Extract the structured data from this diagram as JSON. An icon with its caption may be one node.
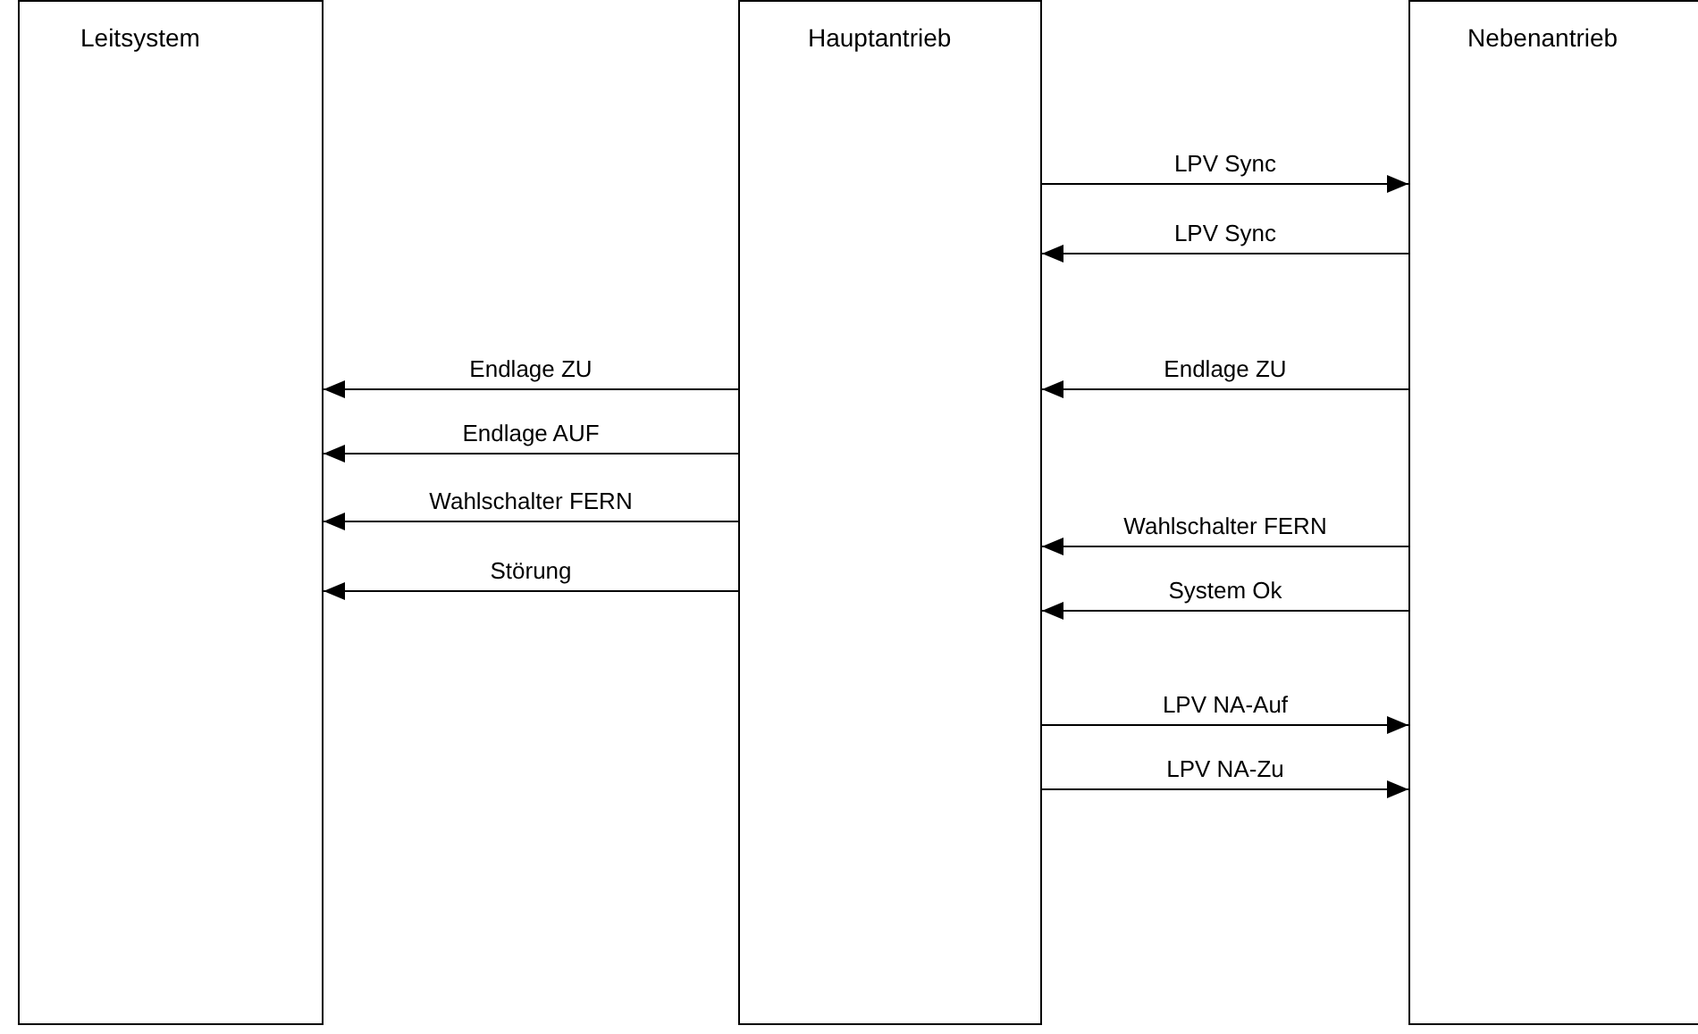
{
  "diagram": {
    "nodes": [
      {
        "text": [
          "Leitsystem"
        ]
      },
      {
        "text": [
          "Hauptantrieb"
        ]
      },
      {
        "text": [
          "Nebenantrieb"
        ]
      }
    ],
    "edges": [
      {
        "from": 1,
        "to": 2,
        "arrow": "to",
        "label": "LPV Sync"
      },
      {
        "from": 2,
        "to": 1,
        "arrow": "to",
        "label": "LPV Sync"
      },
      {
        "from": 1,
        "to": 0,
        "arrow": "to",
        "label": "Endlage ZU"
      },
      {
        "from": 2,
        "to": 1,
        "arrow": "to",
        "label": "Endlage ZU"
      },
      {
        "from": 1,
        "to": 0,
        "arrow": "to",
        "label": "Endlage AUF"
      },
      {
        "from": 1,
        "to": 0,
        "arrow": "to",
        "label": "Wahlschalter FERN"
      },
      {
        "from": 2,
        "to": 1,
        "arrow": "to",
        "label": "Wahlschalter FERN"
      },
      {
        "from": 1,
        "to": 0,
        "arrow": "to",
        "label": "Störung"
      },
      {
        "from": 2,
        "to": 1,
        "arrow": "to",
        "label": "System Ok"
      },
      {
        "from": 1,
        "to": 2,
        "arrow": "to",
        "label": "LPV NA-Auf"
      },
      {
        "from": 1,
        "to": 2,
        "arrow": "to",
        "label": "LPV NA-Zu"
      }
    ]
  }
}
